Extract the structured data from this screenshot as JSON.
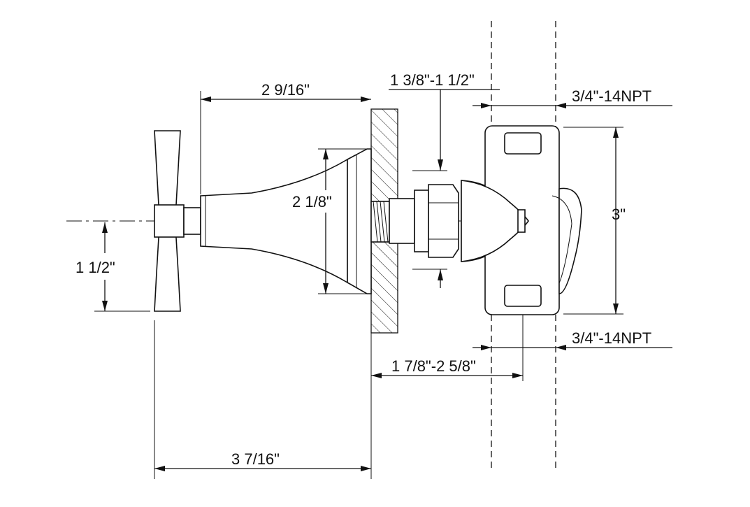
{
  "dimensions": {
    "trim_length": "2 9/16\"",
    "stem_range": "1 3/8\"-1 1/2\"",
    "top_port": "3/4\"-14NPT",
    "bottom_port": "3/4\"-14NPT",
    "body_height": "3\"",
    "flange_diameter": "2 1/8\"",
    "handle_offset": "1 1/2\"",
    "wall_range": "1 7/8\"-2 5/8\"",
    "overall_length": "3 7/16\""
  },
  "colors": {
    "line": "#111111",
    "background": "#ffffff"
  }
}
